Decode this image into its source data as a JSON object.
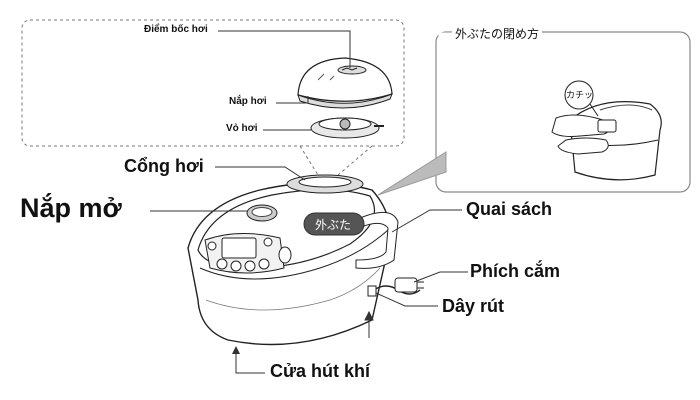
{
  "labels": {
    "steam_point": "Điểm bốc hơi",
    "steam_lid": "Nắp hơi",
    "steam_shell": "Vỏ hơi",
    "steam_vent": "Cổng hơi",
    "open_lid": "Nắp mở",
    "outer_lid_tag": "外ぶた",
    "handle": "Quai sách",
    "plug": "Phích cắm",
    "retract_cord": "Dây rút",
    "air_intake": "Cửa hút khí"
  },
  "inset": {
    "title": "外ぶたの閉め方",
    "click_sound": "カチッ"
  }
}
